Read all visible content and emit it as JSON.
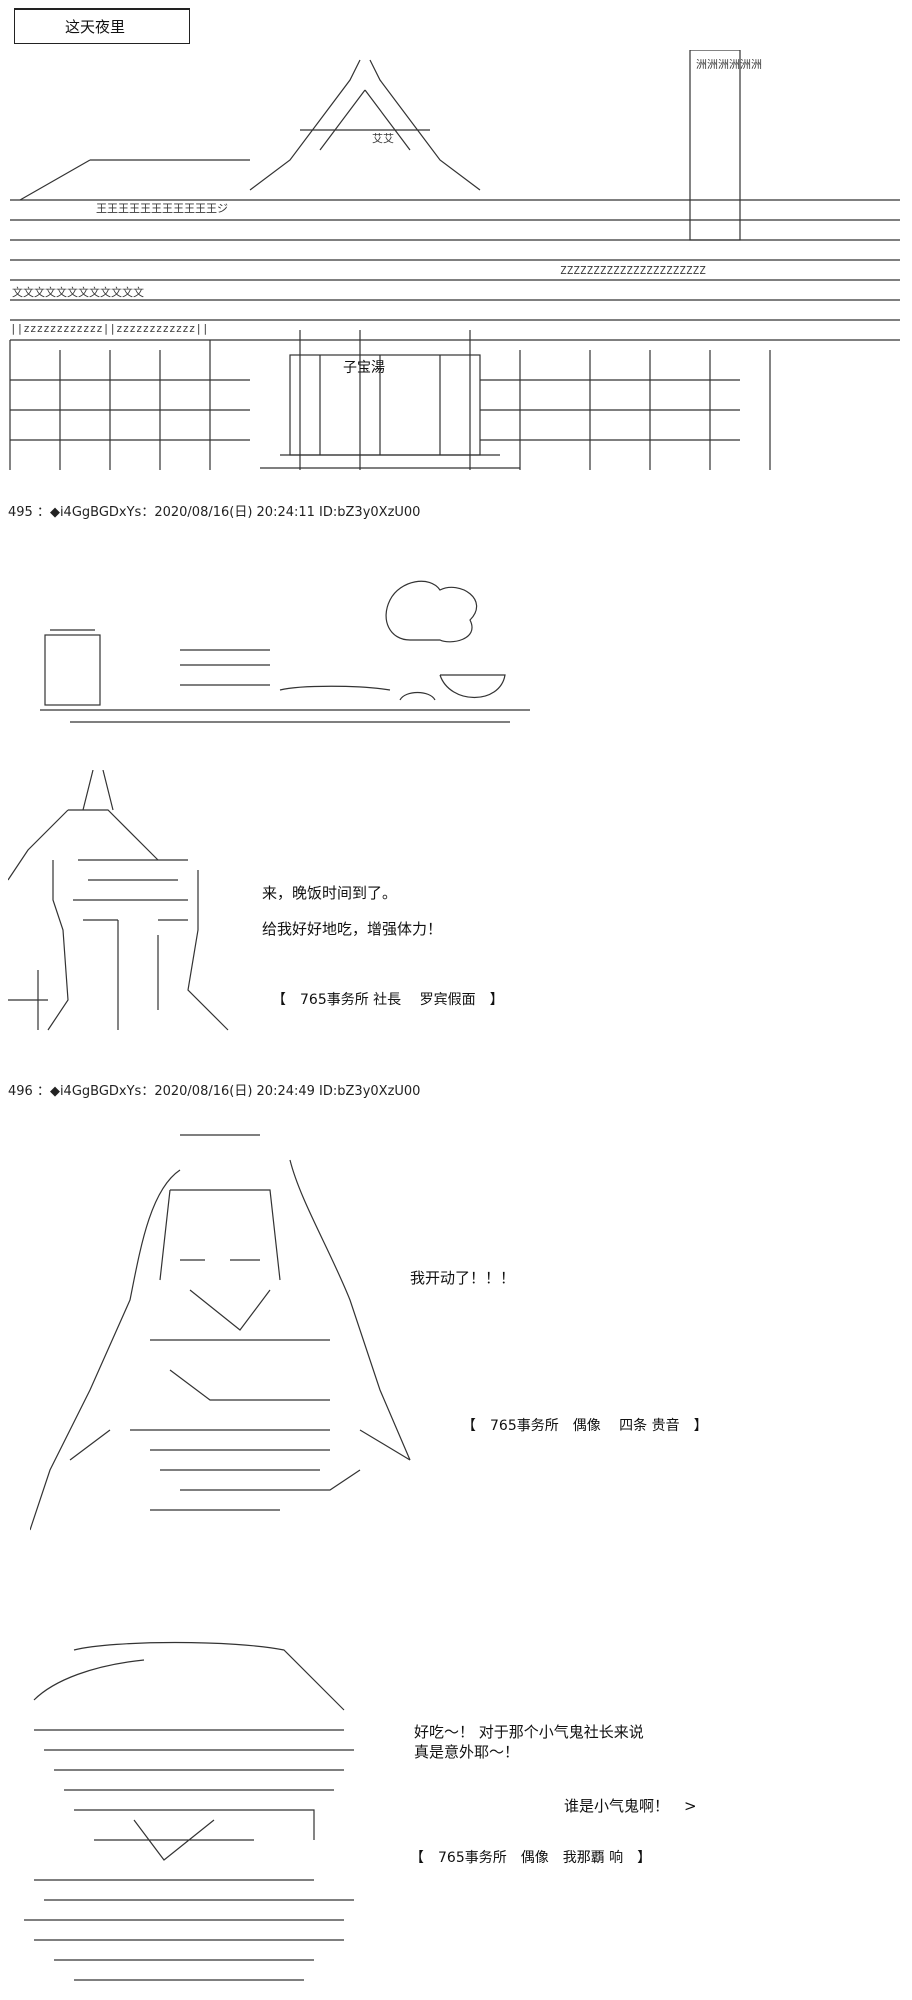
{
  "scene_title": "这天夜里",
  "building_sign": "子宝湯",
  "posts": [
    {
      "header": "495 ：◆i4GgBGDxYs：2020/08/16(日) 20:24:11 ID:bZ3y0XzU00",
      "lines": [
        "来，晚饭时间到了。",
        "给我好好地吃，增强体力！"
      ],
      "credit": "【　765事务所 社長　 罗宾假面　】"
    },
    {
      "header": "496 ：◆i4GgBGDxYs：2020/08/16(日) 20:24:49 ID:bZ3y0XzU00",
      "lines": [
        "我开动了！！！"
      ],
      "credit": "【　765事务所　偶像　 四条 贵音　】"
    }
  ],
  "dialog3": {
    "lines": [
      "好吃～！ 对于那个小气鬼社长来说",
      "真是意外耶～！"
    ],
    "retort": "谁是小气鬼啊！　>",
    "credit": "【　765事务所　偶像　我那覇 响　】"
  },
  "aa_text": {
    "roof_kanji": "艾艾",
    "row_a": "王王王王王王王王王王王ジ",
    "row_b": "文文文文文文文文文文文文",
    "row_c": "洲洲洲洲洲洲",
    "tiles": "ZZZZZZZZZZZZZZZZZZZZZZ",
    "lattice": "||zzzzzzzzzzzz||zzzzzzzzzzzz||"
  }
}
